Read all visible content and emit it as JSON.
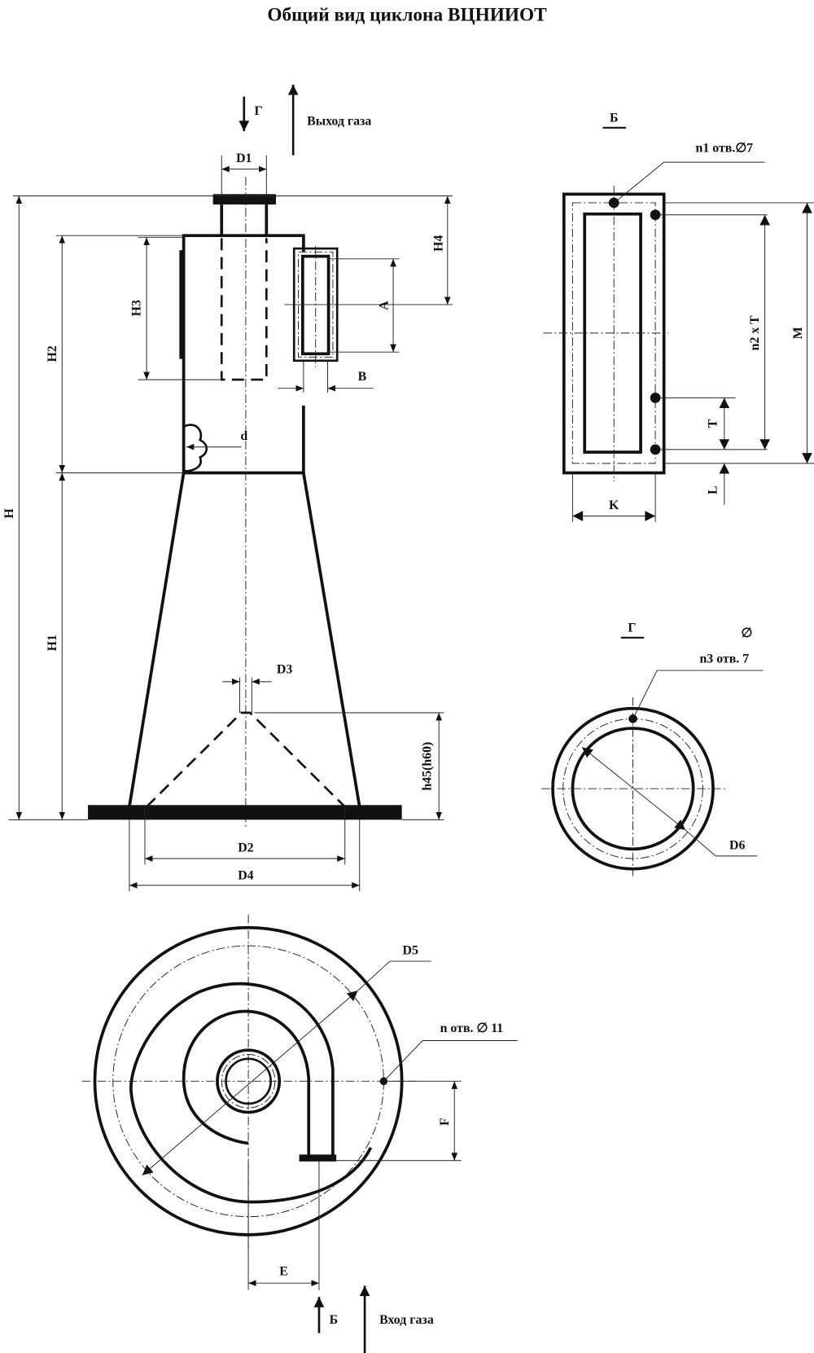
{
  "title": "Общий вид циклона ВЦНИИОТ",
  "main_view": {
    "arrow_view_label": "Г",
    "gas_outlet": "Выход газа",
    "dims": {
      "D1": "D1",
      "H": "H",
      "H1": "H1",
      "H2": "H2",
      "H3": "H3",
      "H4": "H4",
      "A": "A",
      "B": "B",
      "d": "d",
      "D3": "D3",
      "h": "h45(h60)",
      "D2": "D2",
      "D4": "D4"
    }
  },
  "plan_view": {
    "D5": "D5",
    "holes": "n отв. ∅ 11",
    "F": "F",
    "E": "E",
    "arrow_view_label": "Б",
    "gas_inlet": "Вход газа"
  },
  "view_b": {
    "title": "Б",
    "holes": "n1 отв.∅7",
    "n2T": "n2 x T",
    "M": "M",
    "T": "T",
    "L": "L",
    "K": "K"
  },
  "view_g": {
    "title": "Г",
    "diam_symbol": "∅",
    "holes": "n3 отв.   7",
    "D6": "D6"
  }
}
